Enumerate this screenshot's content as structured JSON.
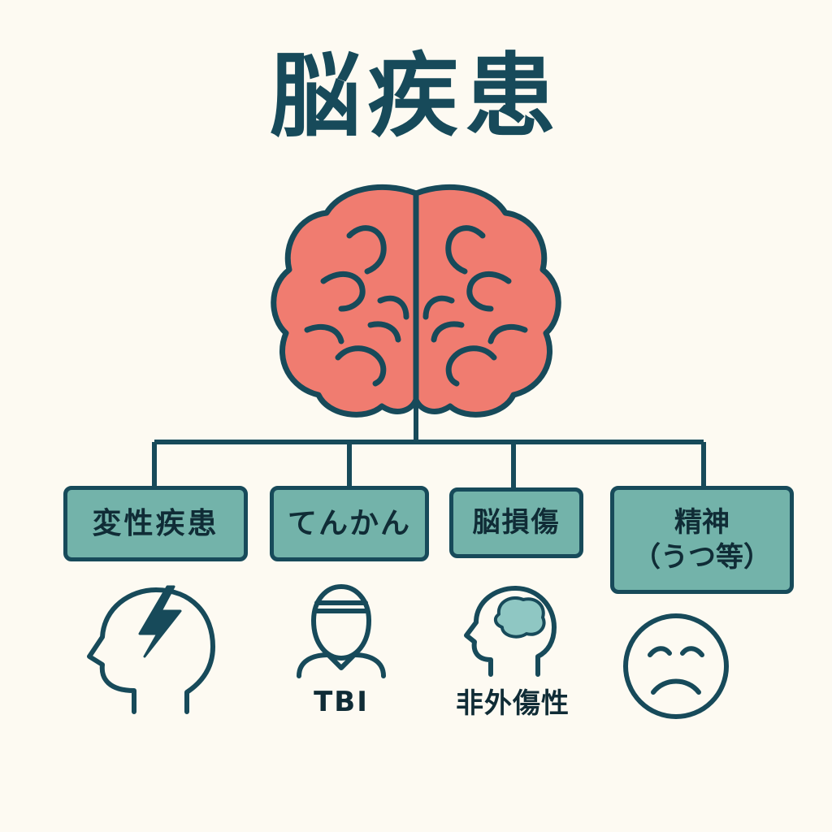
{
  "title": "脳疾患",
  "categories": {
    "degenerative": "変性疾患",
    "epilepsy": "てんかん",
    "brain_injury": "脳損傷",
    "psychiatric_line1": "精神",
    "psychiatric_line2": "（うつ等）"
  },
  "sub_labels": {
    "traumatic": "TBI",
    "non_traumatic": "非外傷性"
  },
  "colors": {
    "background": "#fdfaf2",
    "brain": "#f07c70",
    "outline": "#174a5a",
    "box_fill": "#73b3aa",
    "brain_detail": "#8fc7c3"
  }
}
